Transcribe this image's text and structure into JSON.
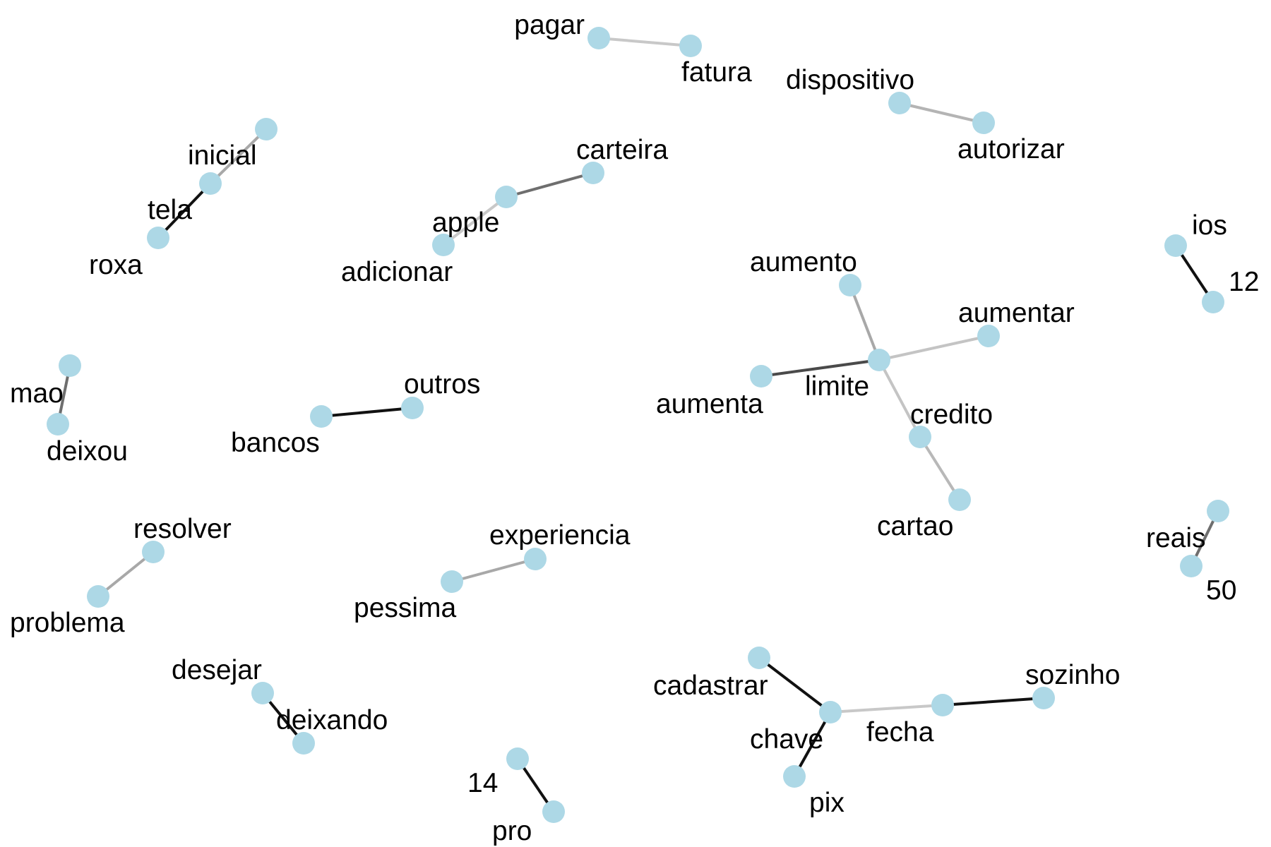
{
  "graph": {
    "node_color": "#add8e6",
    "nodes": [
      {
        "id": "pagar",
        "label": "pagar"
      },
      {
        "id": "fatura",
        "label": "fatura"
      },
      {
        "id": "dispositivo",
        "label": "dispositivo"
      },
      {
        "id": "autorizar",
        "label": "autorizar"
      },
      {
        "id": "inicial",
        "label": "inicial"
      },
      {
        "id": "tela",
        "label": "tela"
      },
      {
        "id": "roxa",
        "label": "roxa"
      },
      {
        "id": "carteira",
        "label": "carteira"
      },
      {
        "id": "apple",
        "label": "apple"
      },
      {
        "id": "adicionar",
        "label": "adicionar"
      },
      {
        "id": "ios",
        "label": "ios"
      },
      {
        "id": "12",
        "label": "12"
      },
      {
        "id": "aumento",
        "label": "aumento"
      },
      {
        "id": "aumentar",
        "label": "aumentar"
      },
      {
        "id": "limite",
        "label": "limite"
      },
      {
        "id": "aumenta",
        "label": "aumenta"
      },
      {
        "id": "credito",
        "label": "credito"
      },
      {
        "id": "cartao",
        "label": "cartao"
      },
      {
        "id": "mao",
        "label": "mao"
      },
      {
        "id": "deixou",
        "label": "deixou"
      },
      {
        "id": "outros",
        "label": "outros"
      },
      {
        "id": "bancos",
        "label": "bancos"
      },
      {
        "id": "resolver",
        "label": "resolver"
      },
      {
        "id": "problema",
        "label": "problema"
      },
      {
        "id": "experiencia",
        "label": "experiencia"
      },
      {
        "id": "pessima",
        "label": "pessima"
      },
      {
        "id": "reais",
        "label": "reais"
      },
      {
        "id": "50",
        "label": "50"
      },
      {
        "id": "desejar",
        "label": "desejar"
      },
      {
        "id": "deixando",
        "label": "deixando"
      },
      {
        "id": "cadastrar",
        "label": "cadastrar"
      },
      {
        "id": "chave",
        "label": "chave"
      },
      {
        "id": "fecha",
        "label": "fecha"
      },
      {
        "id": "sozinho",
        "label": "sozinho"
      },
      {
        "id": "pix",
        "label": "pix"
      },
      {
        "id": "14",
        "label": "14"
      },
      {
        "id": "pro",
        "label": "pro"
      }
    ],
    "edges": [
      {
        "source": "pagar",
        "target": "fatura",
        "color": "#c8c8c8"
      },
      {
        "source": "dispositivo",
        "target": "autorizar",
        "color": "#b4b4b4"
      },
      {
        "source": "inicial",
        "target": "tela",
        "color": "#a8a8a8"
      },
      {
        "source": "tela",
        "target": "roxa",
        "color": "#111111"
      },
      {
        "source": "apple",
        "target": "carteira",
        "color": "#6e6e6e"
      },
      {
        "source": "adicionar",
        "target": "apple",
        "color": "#c8c8c8"
      },
      {
        "source": "ios",
        "target": "12",
        "color": "#111111"
      },
      {
        "source": "aumento",
        "target": "limite",
        "color": "#a8a8a8"
      },
      {
        "source": "aumentar",
        "target": "limite",
        "color": "#c4c4c4"
      },
      {
        "source": "aumenta",
        "target": "limite",
        "color": "#4a4a4a"
      },
      {
        "source": "limite",
        "target": "credito",
        "color": "#c4c4c4"
      },
      {
        "source": "credito",
        "target": "cartao",
        "color": "#b8b8b8"
      },
      {
        "source": "mao",
        "target": "deixou",
        "color": "#6e6e6e"
      },
      {
        "source": "bancos",
        "target": "outros",
        "color": "#111111"
      },
      {
        "source": "resolver",
        "target": "problema",
        "color": "#a8a8a8"
      },
      {
        "source": "pessima",
        "target": "experiencia",
        "color": "#a8a8a8"
      },
      {
        "source": "reais",
        "target": "50",
        "color": "#6e6e6e"
      },
      {
        "source": "desejar",
        "target": "deixando",
        "color": "#111111"
      },
      {
        "source": "cadastrar",
        "target": "chave",
        "color": "#111111"
      },
      {
        "source": "chave",
        "target": "fecha",
        "color": "#c8c8c8"
      },
      {
        "source": "fecha",
        "target": "sozinho",
        "color": "#111111"
      },
      {
        "source": "chave",
        "target": "pix",
        "color": "#111111"
      },
      {
        "source": "14",
        "target": "pro",
        "color": "#111111"
      }
    ]
  }
}
